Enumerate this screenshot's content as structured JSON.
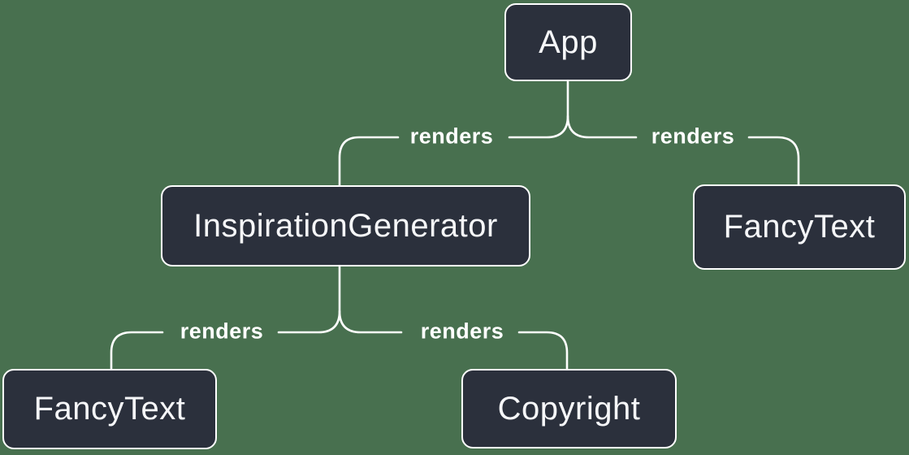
{
  "diagram": {
    "description": "React component render tree",
    "colors": {
      "background": "#48704F",
      "node_fill": "#2B303C",
      "node_border": "#FFFFFF",
      "node_text": "#F6F7F9",
      "edge_line": "#FFFFFF",
      "edge_label_text": "#FFFFFF"
    },
    "nodes": [
      {
        "id": "app",
        "label": "App"
      },
      {
        "id": "inspiration-generator",
        "label": "InspirationGenerator"
      },
      {
        "id": "fancy-text-top-right",
        "label": "FancyText"
      },
      {
        "id": "fancy-text-bottom-left",
        "label": "FancyText"
      },
      {
        "id": "copyright",
        "label": "Copyright"
      }
    ],
    "edges": [
      {
        "from": "App",
        "to": "InspirationGenerator",
        "label": "renders"
      },
      {
        "from": "App",
        "to": "FancyText",
        "label": "renders"
      },
      {
        "from": "InspirationGenerator",
        "to": "FancyText",
        "label": "renders"
      },
      {
        "from": "InspirationGenerator",
        "to": "Copyright",
        "label": "renders"
      }
    ]
  }
}
